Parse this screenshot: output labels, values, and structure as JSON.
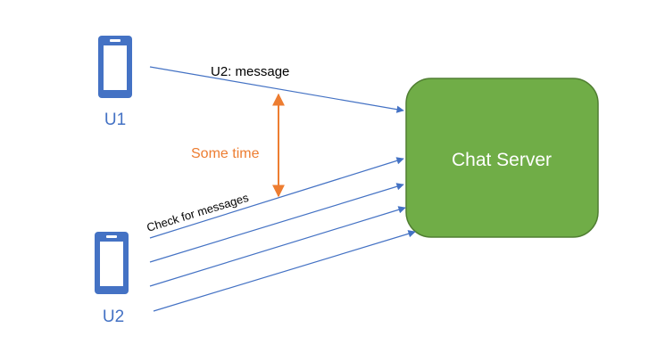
{
  "diagram": {
    "server": {
      "label": "Chat Server",
      "fill": "#70ad47",
      "stroke": "#507e32"
    },
    "users": {
      "u1": {
        "label": "U1",
        "icon": "phone-icon"
      },
      "u2": {
        "label": "U2",
        "icon": "phone-icon"
      }
    },
    "edges": {
      "send_label": "U2: message",
      "poll_label": "Check for messages",
      "arrow_color": "#4472c4"
    },
    "delay": {
      "label": "Some time",
      "color": "#ed7d31"
    },
    "colors": {
      "phone": "#4472c4",
      "user_label": "#4472c4",
      "text": "#000000",
      "server_text": "#ffffff"
    }
  }
}
